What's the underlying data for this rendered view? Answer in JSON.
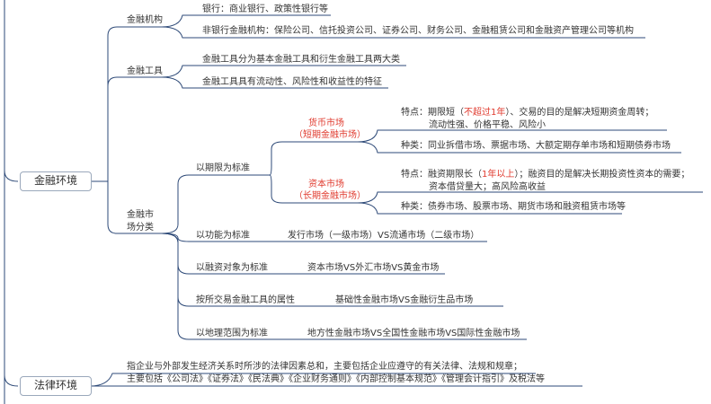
{
  "root": {
    "finance_env": "金融环境",
    "legal_env": "法律环境"
  },
  "institutions": {
    "label": "金融机构",
    "bank": "银行：商业银行、政策性银行等",
    "nonbank": "非银行金融机构：保险公司、信托投资公司、证券公司、财务公司、金融租赁公司和金融资产管理公司等机构"
  },
  "tools": {
    "label": "金融工具",
    "item1": "金融工具分为基本金融工具和衍生金融工具两大类",
    "item2": "金融工具具有流动性、风险性和收益性的特征"
  },
  "markets": {
    "label_line1": "金融市",
    "label_line2": "场分类",
    "by_term": {
      "label": "以期限为标准",
      "money": {
        "title_line1": "货币市场",
        "title_line2": "（短期金融市场）",
        "feature_prefix": "特点：期限短（",
        "feature_highlight": "不超过1年",
        "feature_suffix": "）、交易的目的是解决短期资金周转；",
        "feature_line2": "流动性强、价格平稳、风险小",
        "types": "种类：同业拆借市场、票据市场、大额定期存单市场和短期债券市场"
      },
      "capital": {
        "title_line1": "资本市场",
        "title_line2": "（长期金融市场）",
        "feature_prefix": "特点：融资期限长（",
        "feature_highlight": "1年以上",
        "feature_suffix": "）；融资目的是解决长期投资性资本的需要；",
        "feature_line2": "资本借贷量大；高风险高收益",
        "types": "种类：债券市场、股票市场、期货市场和融资租赁市场等"
      }
    },
    "by_function": {
      "label": "以功能为标准",
      "value": "发行市场（一级市场）VS流通市场（二级市场）"
    },
    "by_object": {
      "label": "以融资对象为标准",
      "value": "资本市场VS外汇市场VS黄金市场"
    },
    "by_attribute": {
      "label": "按所交易金融工具的属性",
      "value": "基础性金融市场VS金融衍生品市场"
    },
    "by_region": {
      "label": "以地理范围为标准",
      "value": "地方性金融市场VS全国性金融市场VS国际性金融市场"
    }
  },
  "legal": {
    "line1": "指企业与外部发生经济关系时所涉的法律因素总和，主要包括企业应遵守的有关法律、法规和规章；",
    "line2": "主要包括《公司法》《证券法》《民法典》《企业财务通则》《内部控制基本规范》《管理会计指引》及税法等"
  },
  "colors": {
    "line": "#2e4a78",
    "box_border": "#9aa8bb",
    "text": "#333333",
    "highlight": "#e03a2e"
  }
}
